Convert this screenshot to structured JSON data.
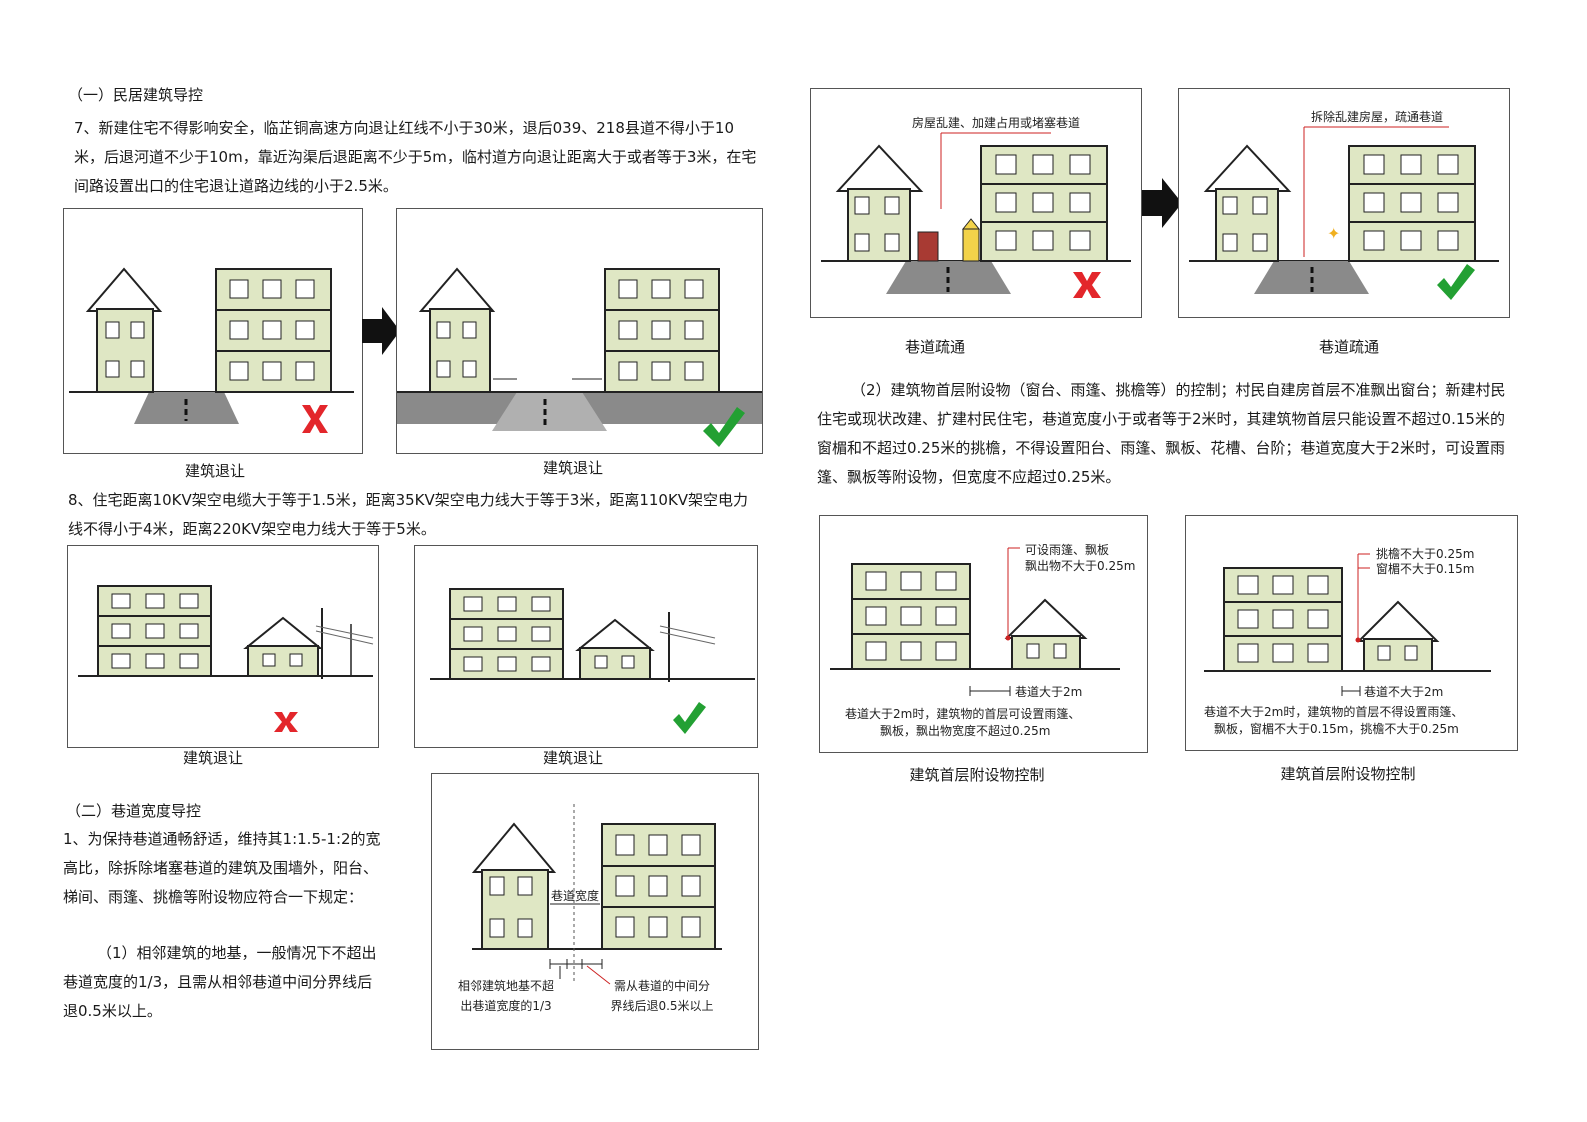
{
  "section1": {
    "heading": "（一）民居建筑导控",
    "item7": "7、新建住宅不得影响安全，临芷铜高速方向退让红线不小于30米，退后039、218县道不得小于10米，后退河道不少于10m，靠近沟渠后退距离不少于5m，临村道方向退让距离大于或者等于3米，在宅间路设置出口的住宅退让道路边线的小于2.5米。",
    "item8": "8、住宅距离10KV架空电缆大于等于1.5米，距离35KV架空电力线大于等于3米，距离110KV架空电力线不得小于4米，距离220KV架空电力线大于等于5米。",
    "caption_fig1": "建筑退让",
    "caption_fig2": "建筑退让",
    "caption_fig3": "建筑退让",
    "caption_fig4": "建筑退让"
  },
  "section2": {
    "heading": "（二）巷道宽度导控",
    "para1": "1、为保持巷道通畅舒适，维持其1:1.5-1:2的宽高比，除拆除堵塞巷道的建筑及围墙外，阳台、梯间、雨篷、挑檐等附设物应符合一下规定：",
    "para2": "（1）相邻建筑的地基，一般情况下不超出巷道宽度的1/3，且需从相邻巷道中间分界线后退0.5米以上。",
    "fig_label_width": "巷道宽度",
    "fig_label_left_1": "相邻建筑地基不超",
    "fig_label_left_2": "出巷道宽度的1/3",
    "fig_label_right_1": "需从巷道的中间分",
    "fig_label_right_2": "界线后退0.5米以上"
  },
  "right": {
    "fig_a_label": "房屋乱建、加建占用或堵塞巷道",
    "fig_b_label": "拆除乱建房屋，疏通巷道",
    "caption_a": "巷道疏通",
    "caption_b": "巷道疏通",
    "para2": "（2）建筑物首层附设物（窗台、雨篷、挑檐等）的控制；村民自建房首层不准飘出窗台；新建村民住宅或现状改建、扩建村民住宅，巷道宽度小于或者等于2米时，其建筑物首层只能设置不超过0.15米的窗楣和不超过0.25米的挑檐，不得设置阳台、雨篷、飘板、花槽、台阶；巷道宽度大于2米时，可设置雨篷、飘板等附设物，但宽度不应超过0.25米。",
    "fig_c_note_1": "可设雨篷、飘板",
    "fig_c_note_2": "飘出物不大于0.25m",
    "fig_c_width": "巷道大于2m",
    "fig_c_desc_1": "巷道大于2m时，建筑物的首层可设置雨篷、",
    "fig_c_desc_2": "飘板，飘出物宽度不超过0.25m",
    "fig_d_note_1": "挑檐不大于0.25m",
    "fig_d_note_2": "窗楣不大于0.15m",
    "fig_d_width": "巷道不大于2m",
    "fig_d_desc_1": "巷道不大于2m时，建筑物的首层不得设置雨篷、",
    "fig_d_desc_2": "飘板，窗楣不大于0.15m，挑檐不大于0.25m",
    "caption_c": "建筑首层附设物控制",
    "caption_d": "建筑首层附设物控制"
  },
  "colors": {
    "building_fill": "#dfe7c4",
    "line": "#222222",
    "road": "#8a8a8a",
    "cross": "#e3262b",
    "check": "#23a033"
  }
}
